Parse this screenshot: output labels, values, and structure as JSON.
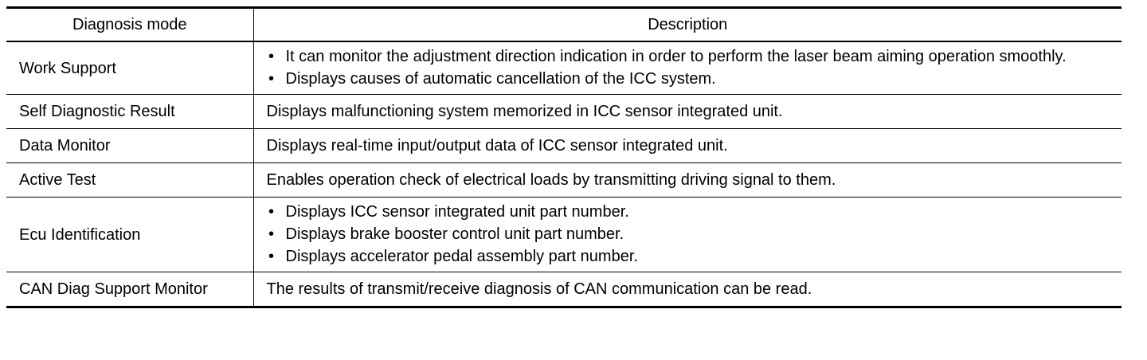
{
  "table": {
    "headers": {
      "mode": "Diagnosis mode",
      "description": "Description"
    },
    "rows": [
      {
        "mode": "Work Support",
        "bullets": [
          "It can monitor the adjustment direction indication in order to perform the laser beam aiming operation smoothly.",
          "Displays causes of automatic cancellation of the ICC system."
        ]
      },
      {
        "mode": "Self Diagnostic Result",
        "description": "Displays malfunctioning system memorized in ICC sensor integrated unit."
      },
      {
        "mode": "Data Monitor",
        "description": "Displays real-time input/output data of ICC sensor integrated unit."
      },
      {
        "mode": "Active Test",
        "description": "Enables operation check of electrical loads by transmitting driving signal to them."
      },
      {
        "mode": "Ecu Identification",
        "bullets": [
          "Displays ICC sensor integrated unit part number.",
          "Displays brake booster control unit part number.",
          "Displays accelerator pedal assembly part number."
        ]
      },
      {
        "mode": "CAN Diag Support Monitor",
        "description": "The results of transmit/receive diagnosis of CAN communication can be read."
      }
    ]
  }
}
